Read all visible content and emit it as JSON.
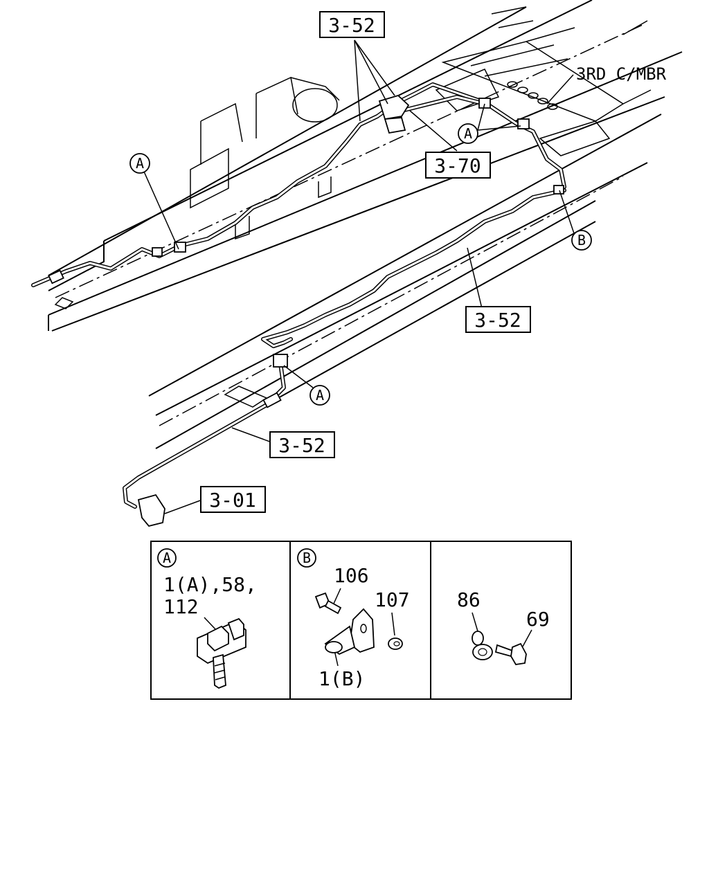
{
  "callouts": {
    "top_3_52": "3-52",
    "mid_3_70": "3-70",
    "right_3_52": "3-52",
    "lower_3_52": "3-52",
    "bottom_3_01": "3-01",
    "third_crossmember": "3RD C/MBR"
  },
  "markers": {
    "a_left": "A",
    "a_top": "A",
    "a_lower": "A",
    "b_right": "B"
  },
  "detail_panels": {
    "panel_a": {
      "marker": "A",
      "line1": "1(A),58,",
      "line2": "112"
    },
    "panel_b": {
      "marker": "B",
      "bolt": "106",
      "nut": "107",
      "bracket": "1(B)"
    },
    "panel_c": {
      "clip": "86",
      "bolt": "69"
    }
  }
}
